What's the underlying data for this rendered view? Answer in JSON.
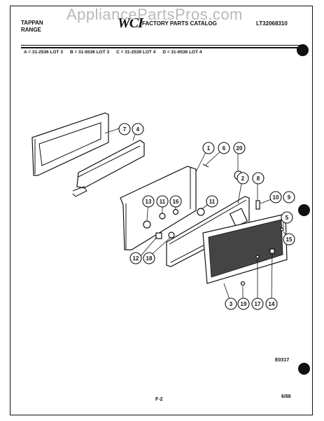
{
  "watermark": "AppliancePartsPros.com",
  "header": {
    "brand_line1": "TAPPAN",
    "brand_line2": "RANGE",
    "logo": "WCI",
    "catalog_title": "FACTORY PARTS CATALOG",
    "catalog_number": "LT32068310"
  },
  "models": [
    "A = 31-2536 LOT 3",
    "B = 31-6536 LOT 3",
    "C = 31-2539 LOT 4",
    "D = 31-6536 LOT 4"
  ],
  "callouts": [
    "7",
    "4",
    "1",
    "6",
    "20",
    "2",
    "8",
    "10",
    "9",
    "5",
    "15",
    "13",
    "11",
    "16",
    "11",
    "12",
    "18",
    "3",
    "19",
    "17",
    "14"
  ],
  "footer": {
    "figure_code": "E0317",
    "page": "F-2",
    "date": "6/88"
  }
}
